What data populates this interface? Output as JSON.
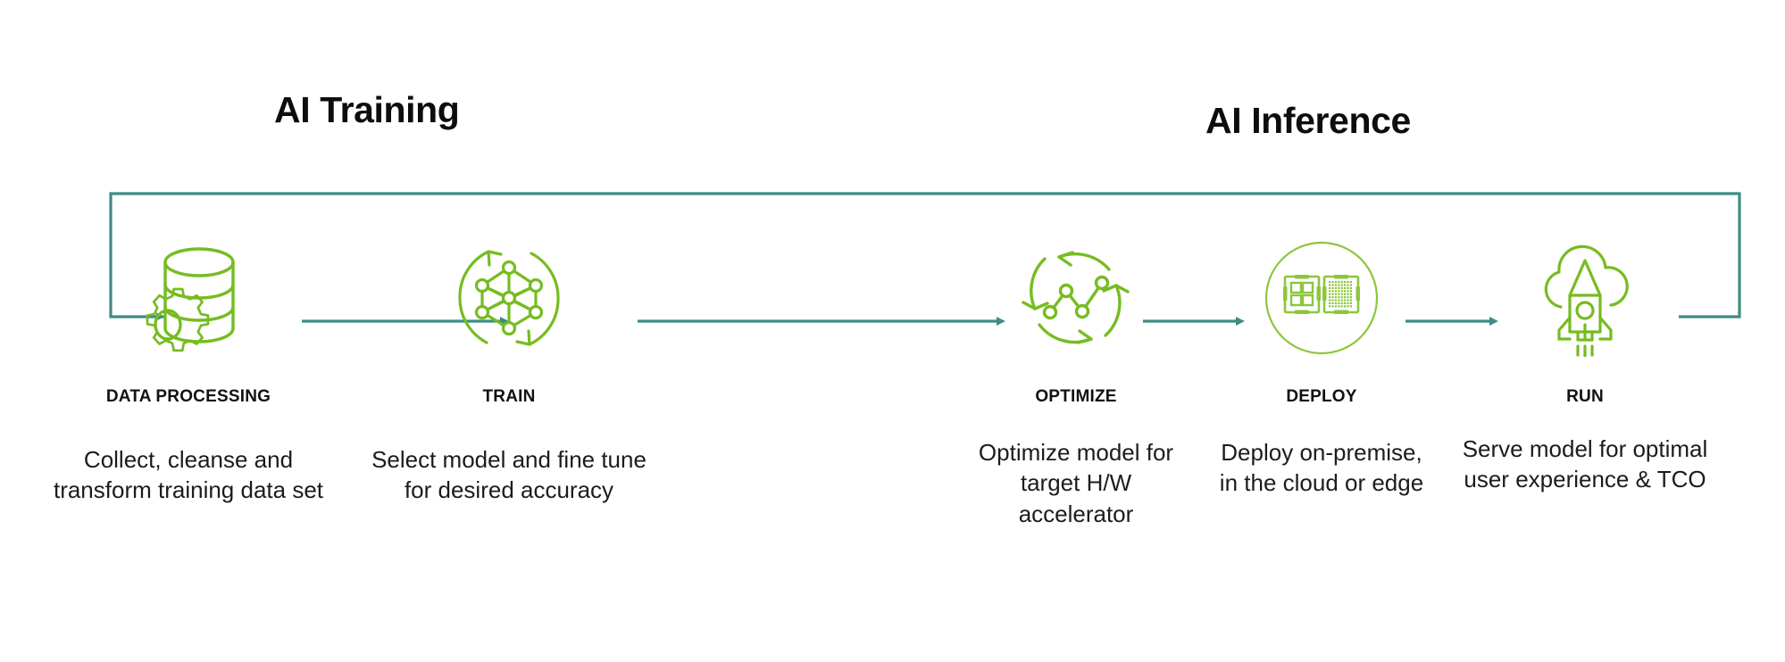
{
  "diagram": {
    "title_training": "AI Training",
    "title_inference": "AI Inference",
    "colors": {
      "icon_green": "#76bc21",
      "connector_teal": "#3f8c84",
      "heading_black": "#0d0d0d",
      "background": "#ffffff"
    },
    "loop": {
      "description": "feedback loop from RUN back to DATA PROCESSING",
      "direction": "right-to-left"
    },
    "steps": [
      {
        "id": "data-processing",
        "label": "DATA PROCESSING",
        "description": "Collect, cleanse and transform training data set",
        "icon": "database-gear-icon",
        "phase": "AI Training"
      },
      {
        "id": "train",
        "label": "TRAIN",
        "description": "Select model and fine tune for desired accuracy",
        "icon": "neural-network-refresh-icon",
        "phase": "AI Training"
      },
      {
        "id": "optimize",
        "label": "OPTIMIZE",
        "description": "Optimize model for target H/W accelerator",
        "icon": "line-chart-refresh-icon",
        "phase": "AI Inference"
      },
      {
        "id": "deploy",
        "label": "DEPLOY",
        "description": "Deploy on-premise, in the cloud or edge",
        "icon": "cpu-gpu-chips-circle-icon",
        "phase": "AI Inference"
      },
      {
        "id": "run",
        "label": "RUN",
        "description": "Serve model for optimal user experience & TCO",
        "icon": "cloud-rocket-icon",
        "phase": "AI Inference"
      }
    ],
    "connectors": [
      {
        "id": "loop-to-data",
        "from": "loop",
        "to": "data-processing"
      },
      {
        "id": "data-to-train",
        "from": "data-processing",
        "to": "train"
      },
      {
        "id": "train-to-optimize",
        "from": "train",
        "to": "optimize"
      },
      {
        "id": "optimize-to-deploy",
        "from": "optimize",
        "to": "deploy"
      },
      {
        "id": "deploy-to-run",
        "from": "deploy",
        "to": "run"
      }
    ]
  }
}
